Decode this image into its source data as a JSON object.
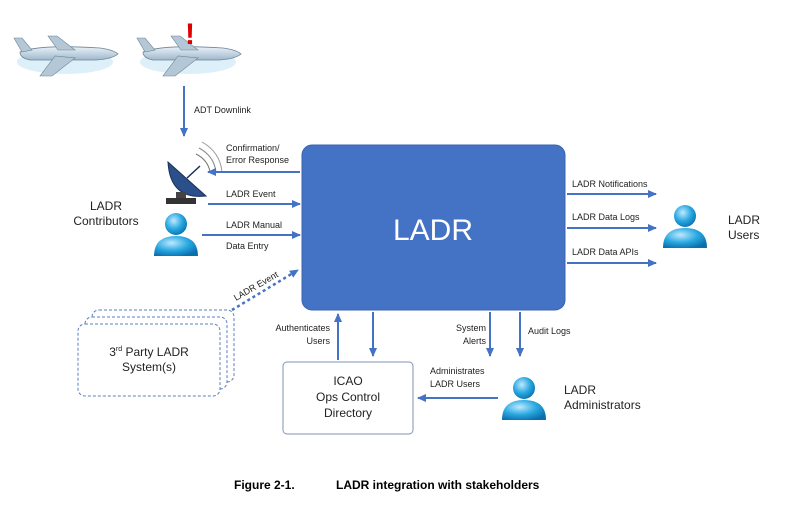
{
  "diagram": {
    "central_label": "LADR",
    "icao_box": {
      "line1": "ICAO",
      "line2": "Ops Control",
      "line3": "Directory"
    },
    "third_party": {
      "line1_prefix": "3",
      "line1_sup": "rd",
      "line1_rest": " Party LADR",
      "line2": "System(s)"
    },
    "actors": {
      "contributors": {
        "line1": "LADR",
        "line2": "Contributors"
      },
      "users": {
        "line1": "LADR",
        "line2": "Users"
      },
      "administrators": {
        "line1": "LADR",
        "line2": "Administrators"
      }
    },
    "alert_mark": "!",
    "arrows": {
      "adt_downlink": "ADT Downlink",
      "confirmation_1": "Confirmation/",
      "confirmation_2": "Error Response",
      "ladr_event": "LADR Event",
      "ladr_manual": "LADR Manual",
      "data_entry": "Data Entry",
      "ladr_event_diag": "LADR Event",
      "notifications": "LADR Notifications",
      "data_logs": "LADR Data Logs",
      "data_apis": "LADR Data APIs",
      "authenticates_1": "Authenticates",
      "authenticates_2": "Users",
      "system_alerts_1": "System",
      "system_alerts_2": "Alerts",
      "audit_logs": "Audit Logs",
      "administrates_1": "Administrates",
      "administrates_2": "LADR Users"
    },
    "colors": {
      "ladr_box": "#4472C4",
      "arrow": "#4472C4",
      "alert": "#E00000",
      "person": "#29A8E0"
    }
  },
  "caption": {
    "figure": "Figure 2-1.",
    "title": "LADR integration with stakeholders"
  }
}
